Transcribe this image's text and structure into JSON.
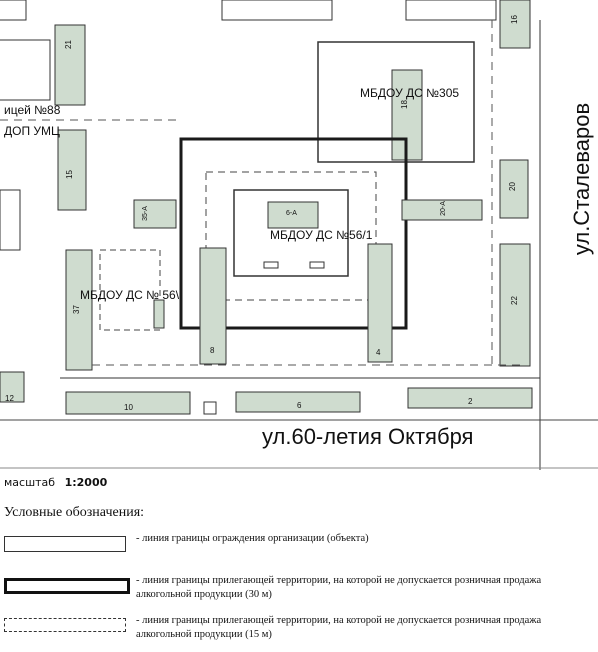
{
  "map": {
    "streets": {
      "east": "ул.Сталеваров",
      "south": "ул.60-летия Октября"
    },
    "institutions": {
      "main": "МБДОУ ДС №56/1",
      "north": "МБДОУ ДС №305",
      "west": "МБДОУ ДС № 56\\",
      "left_top_a": "ицей №88",
      "left_top_b": "ДОП УМЦ"
    },
    "building_numbers": {
      "b21": "21",
      "b15": "15",
      "b35a": "35-А",
      "b37": "37",
      "b6a": "6-А",
      "b8": "8",
      "b4": "4",
      "b18": "18",
      "b16": "16",
      "b20": "20",
      "b20a": "20-А",
      "b22": "22",
      "b10": "10",
      "b6": "6",
      "b2": "2",
      "b12": "12"
    }
  },
  "scale": {
    "label": "масштаб",
    "value": "1:2000"
  },
  "legend": {
    "title": "Условные обозначения:",
    "items": [
      {
        "text": "- линия границы ограждения организации (объекта)"
      },
      {
        "text": "- линия границы прилегающей территории, на которой не допускается розничная продажа алкогольной продукции (30 м)"
      },
      {
        "text": "- линия границы прилегающей территории, на которой не допускается розничная продажа алкогольной продукции (15 м)"
      }
    ]
  }
}
